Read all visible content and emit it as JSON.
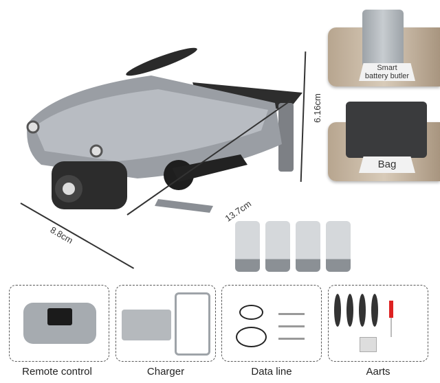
{
  "dimensions": {
    "height": "6.16cm",
    "length": "13.7cm",
    "width": "8.8cm"
  },
  "accessories_top": [
    {
      "label_line1": "Smart",
      "label_line2": "battery butler"
    },
    {
      "label": "Bag"
    }
  ],
  "batteries_count": 4,
  "package_items": [
    {
      "label": "Remote control"
    },
    {
      "label": "Charger"
    },
    {
      "label": "Data line"
    },
    {
      "label": "Aarts"
    }
  ]
}
